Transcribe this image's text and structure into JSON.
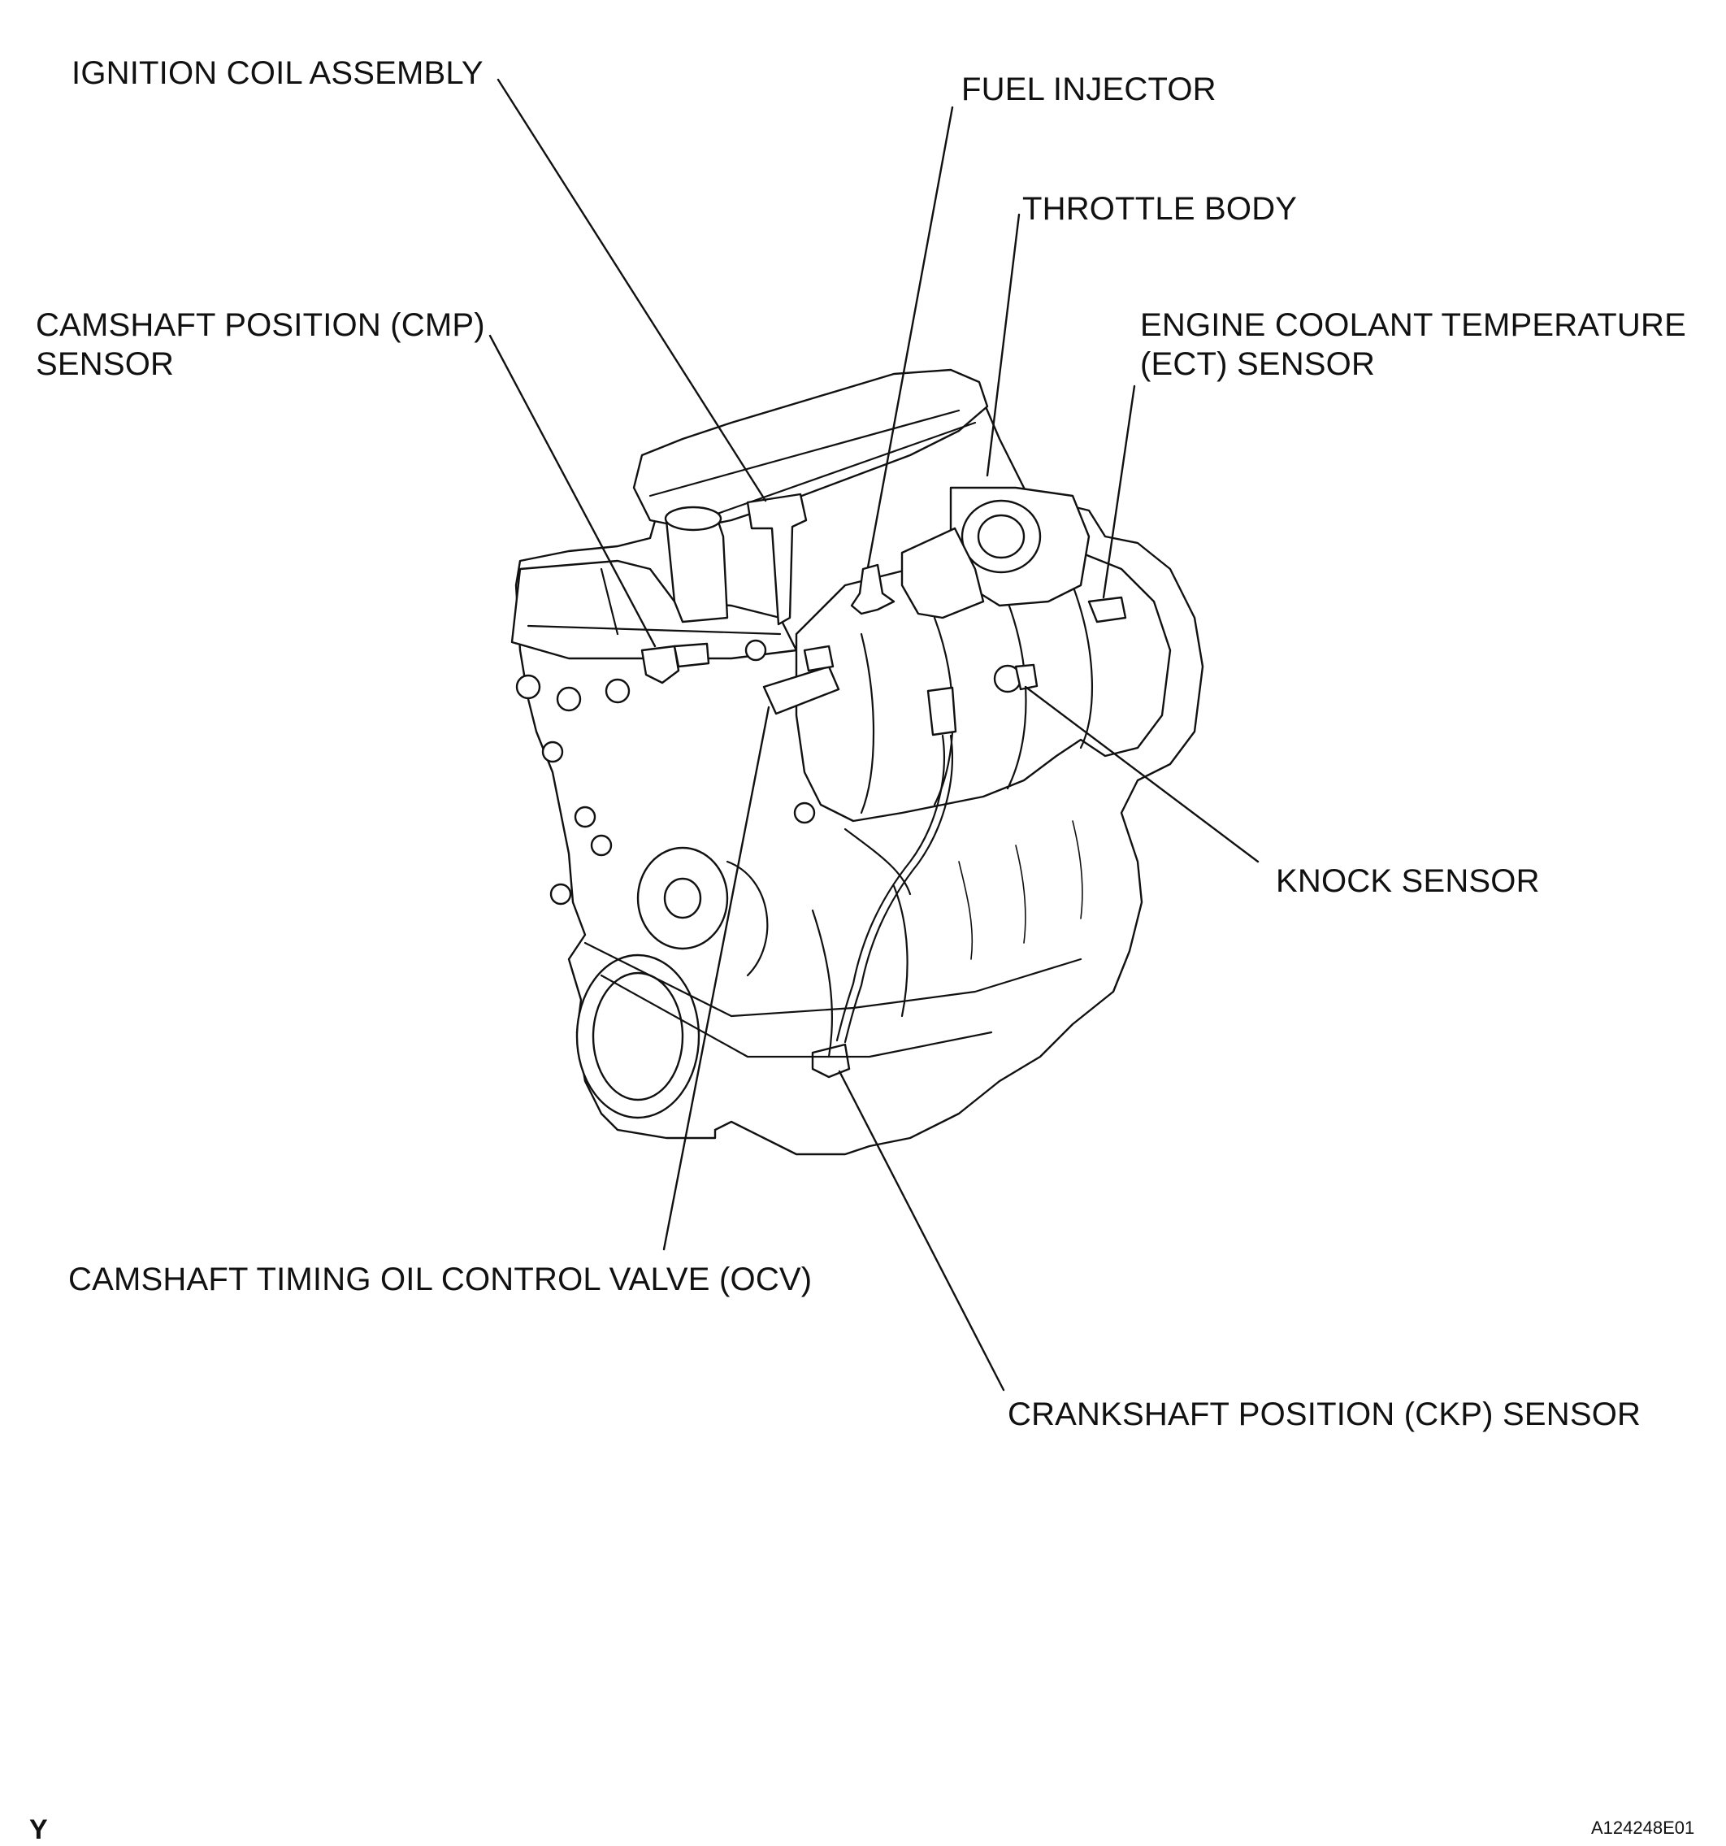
{
  "labels": {
    "ignition_coil": "IGNITION COIL ASSEMBLY",
    "fuel_injector": "FUEL INJECTOR",
    "throttle_body": "THROTTLE BODY",
    "cmp_sensor_line1": "CAMSHAFT POSITION (CMP)",
    "cmp_sensor_line2": "SENSOR",
    "ect_sensor_line1": "ENGINE COOLANT TEMPERATURE",
    "ect_sensor_line2": "(ECT) SENSOR",
    "knock_sensor": "KNOCK SENSOR",
    "ocv": "CAMSHAFT TIMING OIL CONTROL VALVE (OCV)",
    "ckp_sensor": "CRANKSHAFT POSITION (CKP) SENSOR"
  },
  "footer": {
    "corner_mark": "Y",
    "figure_id": "A124248E01"
  }
}
